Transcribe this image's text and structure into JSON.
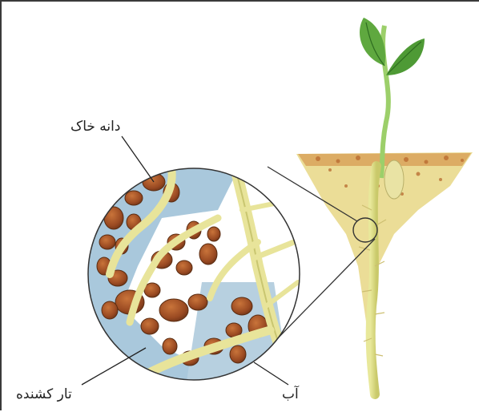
{
  "labels": {
    "soil_grain": "دانه خاک",
    "root_hair": "تار کشنده",
    "water": "آب"
  }
}
